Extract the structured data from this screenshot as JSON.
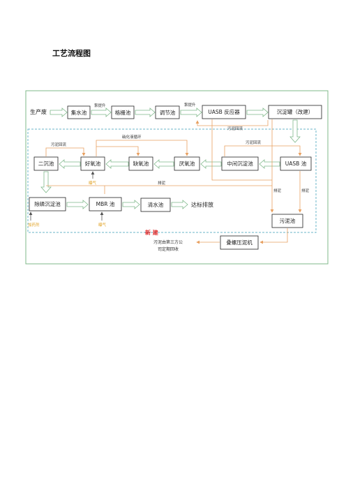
{
  "document": {
    "title": "工艺流程图"
  },
  "diagram": {
    "source": "生产废",
    "nodes": {
      "jishui": "集水池",
      "xiaotiao": "格栅池",
      "tiaojie": "调节池",
      "uasb_reactor": "UASB 反应器",
      "chendianguan": "沉淀罐（改建）",
      "ersheng": "二沉池",
      "haoyang": "好氧池",
      "queyang": "缺氧池",
      "yanyang": "厌氧池",
      "zhongjian": "中间沉淀池",
      "uasb_chi": "UASB 池",
      "chulin": "除磷沉淀池",
      "mbr": "MBR 池",
      "qingshui": "清水池",
      "wunichi": "污泥池",
      "dieluo": "叠螺压泥机"
    },
    "labels": {
      "pump1": "泵提升",
      "pump2": "泵提升",
      "sludge_return_top": "污泥回流",
      "nitrate_return": "硝化液循环",
      "sludge_return_left": "污泥回流",
      "sludge_return_right": "污泥回流",
      "discharge_mid": "排泥",
      "discharge_a": "排泥",
      "discharge_b": "排泥",
      "output": "达标排放",
      "new_build": "新  建",
      "sludge_out_line1": "污泥由第三方公",
      "sludge_out_line2": "司定期回收",
      "air1": "曝气",
      "dosing": "加药剂",
      "air2": "曝气"
    }
  }
}
